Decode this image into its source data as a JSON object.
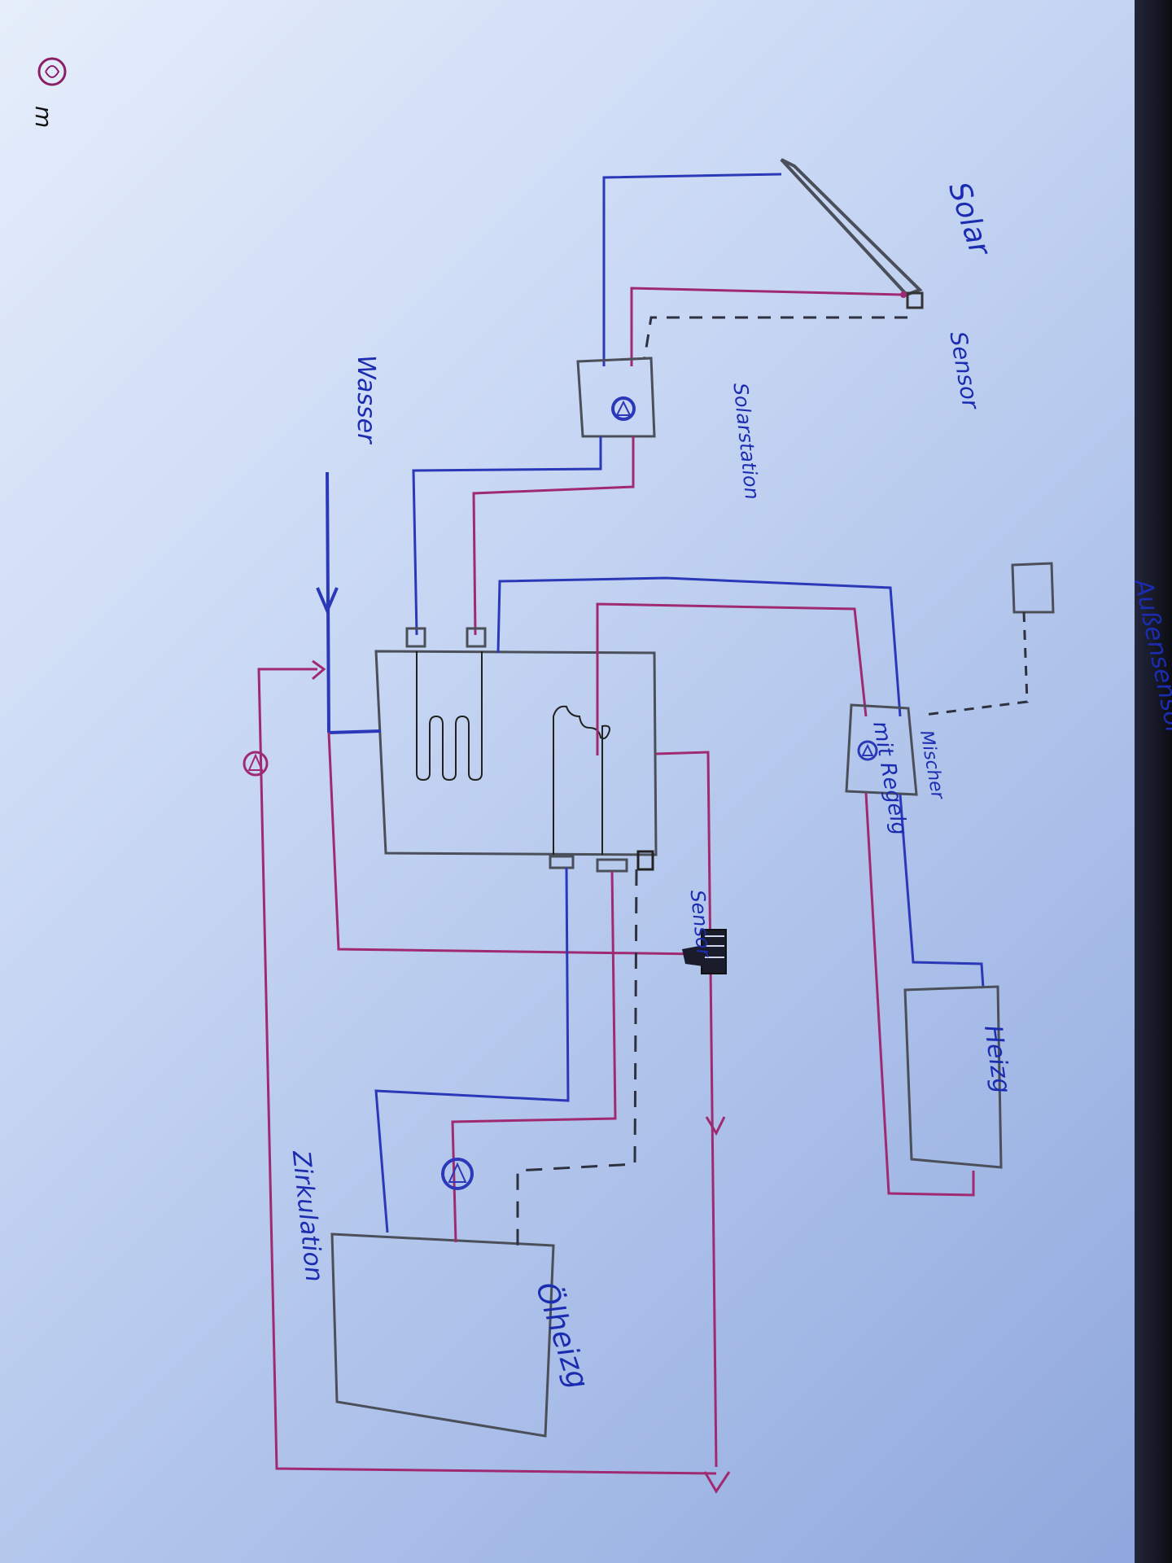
{
  "colors": {
    "cold": "#2b38b8",
    "hot": "#a02a72",
    "ink": "#4a4f5a",
    "label": "#1c2cb0",
    "dash": "#2d3140",
    "paper_edge": "#0c0d14"
  },
  "labels": {
    "corner_mark": "m",
    "solar": "Solar",
    "sensor_solar": "Sensor",
    "solarstation": "Solarstation",
    "wasser": "Wasser",
    "aussensensor": "Außensensor",
    "mischer": "Mischer",
    "mit_regelung": "mit Regelg",
    "sensor_tank": "Sensor",
    "heizung": "Heizg",
    "oelheizung": "Ölheizg",
    "zirkulation": "Zirkulation"
  },
  "icons": {
    "pump": "pump-icon",
    "mixer_valve": "mixer-valve-icon",
    "circle_mark": "circle-mark-icon"
  }
}
